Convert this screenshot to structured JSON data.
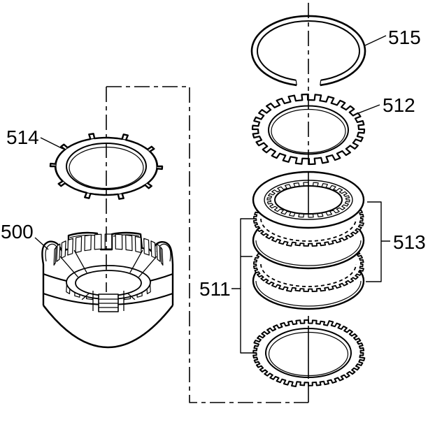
{
  "figure": {
    "background_color": "#ffffff",
    "line_color": "#000000",
    "labels": {
      "p500": "500",
      "p511": "511",
      "p512": "512",
      "p513": "513",
      "p514": "514",
      "p515": "515"
    }
  }
}
